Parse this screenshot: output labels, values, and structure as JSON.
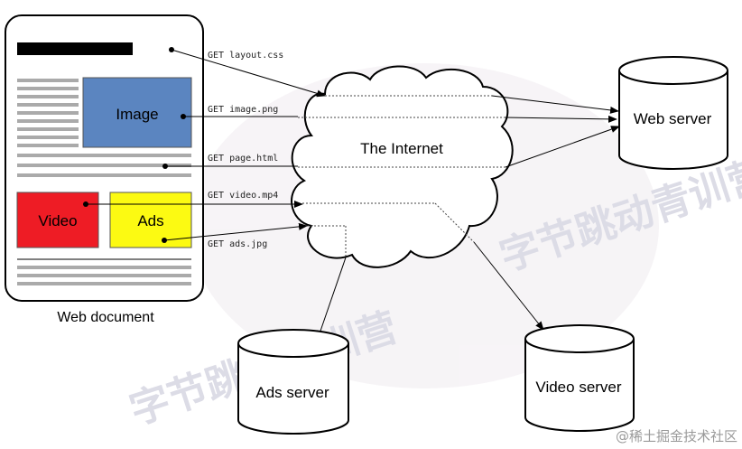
{
  "diagram": {
    "web_document": {
      "caption": "Web document",
      "image_label": "Image",
      "video_label": "Video",
      "ads_label": "Ads",
      "colors": {
        "image": "#5b85c0",
        "video": "#ee1c25",
        "ads": "#fcfa12"
      }
    },
    "cloud_label": "The Internet",
    "servers": {
      "web": "Web server",
      "ads": "Ads server",
      "video": "Video server"
    },
    "requests": [
      "GET layout.css",
      "GET image.png",
      "GET page.html",
      "GET video.mp4",
      "GET ads.jpg"
    ]
  },
  "watermark": {
    "credit": "@稀土掘金技术社区",
    "text_a": "字节跳动青训营",
    "text_b": "字节跳动青训营"
  }
}
